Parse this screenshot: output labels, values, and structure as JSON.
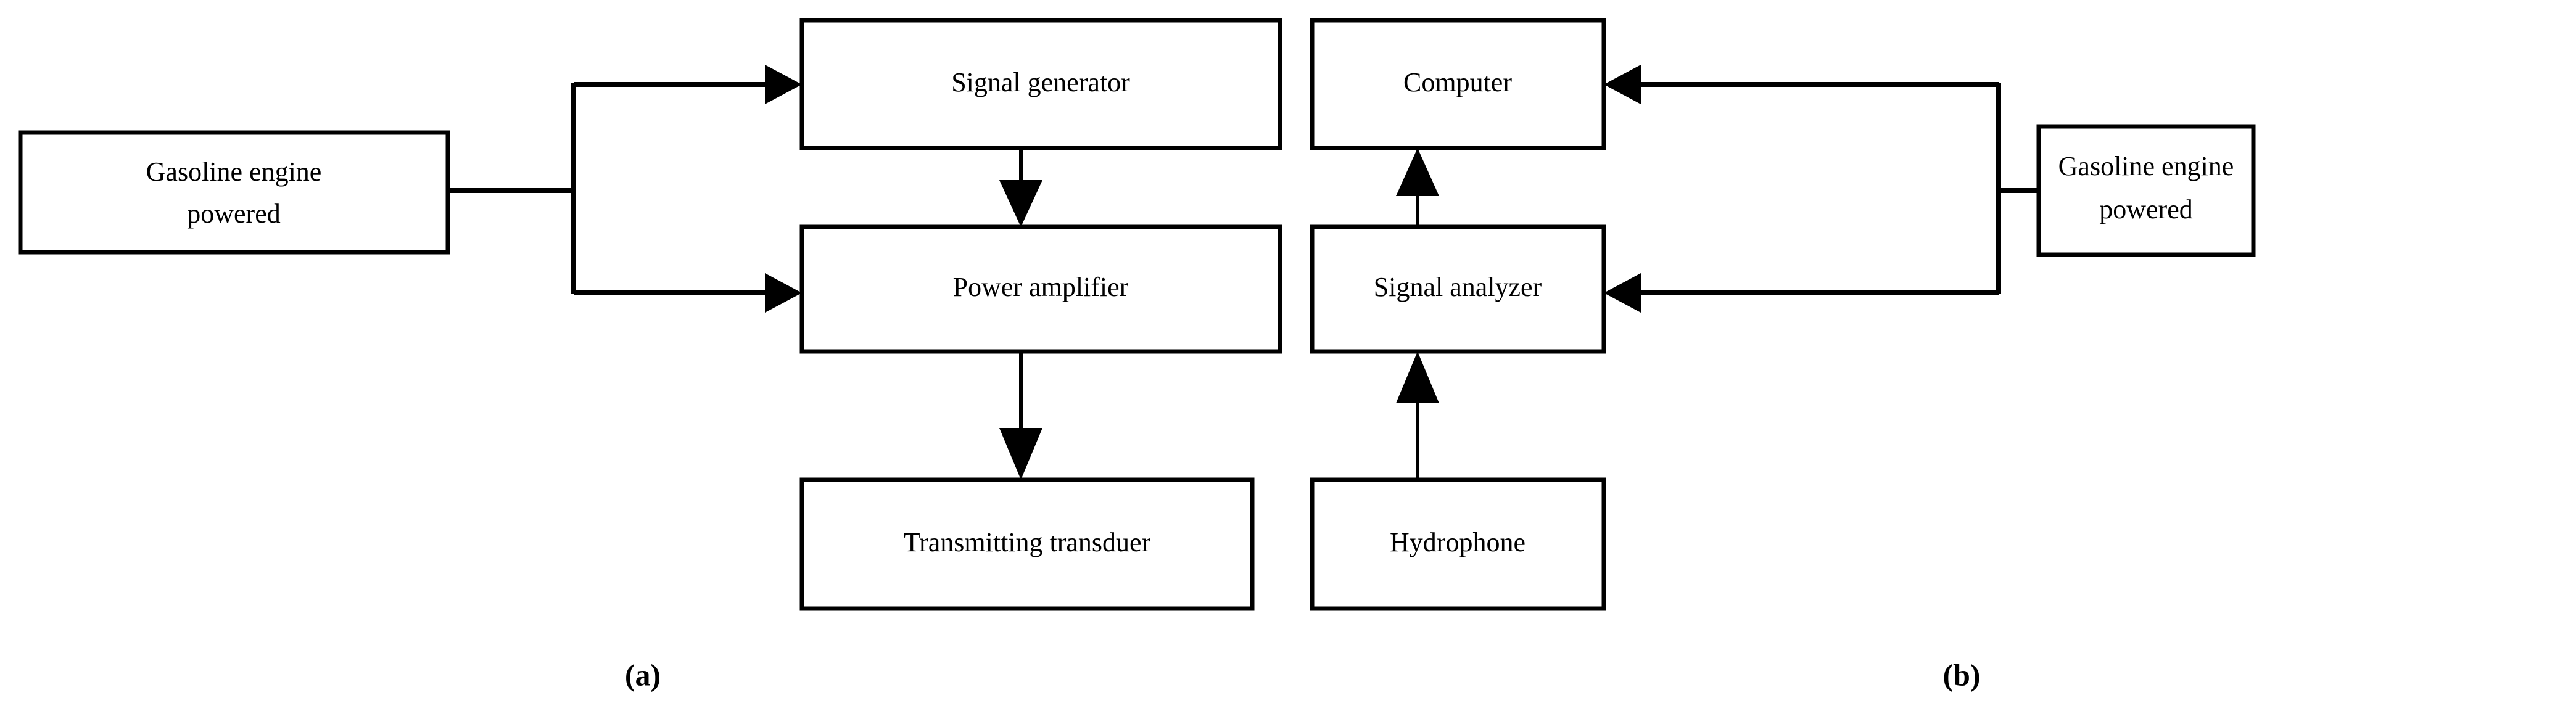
{
  "figure": {
    "type": "block-diagram",
    "background_color": "#ffffff",
    "line_color": "#000000",
    "panels": [
      {
        "id": "panel-a",
        "caption": "(a)",
        "role": "transmitting-chain",
        "blocks": [
          {
            "id": "gasoline-engine-powered-a",
            "label": "Gasoline engine\npowered",
            "line1": "Gasoline engine",
            "line2": "powered"
          },
          {
            "id": "signal-generator",
            "label": "Signal generator",
            "line1": "Signal generator",
            "line2": ""
          },
          {
            "id": "power-amplifier",
            "label": "Power amplifier",
            "line1": "Power amplifier",
            "line2": ""
          },
          {
            "id": "transmitting-transduer",
            "label": "Transmitting transduer",
            "line1": "Transmitting transduer",
            "line2": ""
          }
        ],
        "connections": [
          {
            "from": "gasoline-engine-powered-a",
            "to": "signal-generator",
            "style": "arrow",
            "direction": "right"
          },
          {
            "from": "gasoline-engine-powered-a",
            "to": "power-amplifier",
            "style": "arrow",
            "direction": "right"
          },
          {
            "from": "signal-generator",
            "to": "power-amplifier",
            "style": "arrow",
            "direction": "down"
          },
          {
            "from": "power-amplifier",
            "to": "transmitting-transduer",
            "style": "arrow",
            "direction": "down"
          }
        ]
      },
      {
        "id": "panel-b",
        "caption": "(b)",
        "role": "receiving-chain",
        "blocks": [
          {
            "id": "computer",
            "label": "Computer",
            "line1": "Computer",
            "line2": ""
          },
          {
            "id": "signal-analyzer",
            "label": "Signal analyzer",
            "line1": "Signal analyzer",
            "line2": ""
          },
          {
            "id": "hydrophone",
            "label": "Hydrophone",
            "line1": "Hydrophone",
            "line2": ""
          },
          {
            "id": "gasoline-engine-powered-b",
            "label": "Gasoline engine\npowered",
            "line1": "Gasoline engine",
            "line2": "powered"
          }
        ],
        "connections": [
          {
            "from": "gasoline-engine-powered-b",
            "to": "computer",
            "style": "arrow",
            "direction": "left"
          },
          {
            "from": "gasoline-engine-powered-b",
            "to": "signal-analyzer",
            "style": "arrow",
            "direction": "left"
          },
          {
            "from": "signal-analyzer",
            "to": "computer",
            "style": "arrow",
            "direction": "up"
          },
          {
            "from": "hydrophone",
            "to": "signal-analyzer",
            "style": "arrow",
            "direction": "up"
          }
        ]
      }
    ]
  }
}
